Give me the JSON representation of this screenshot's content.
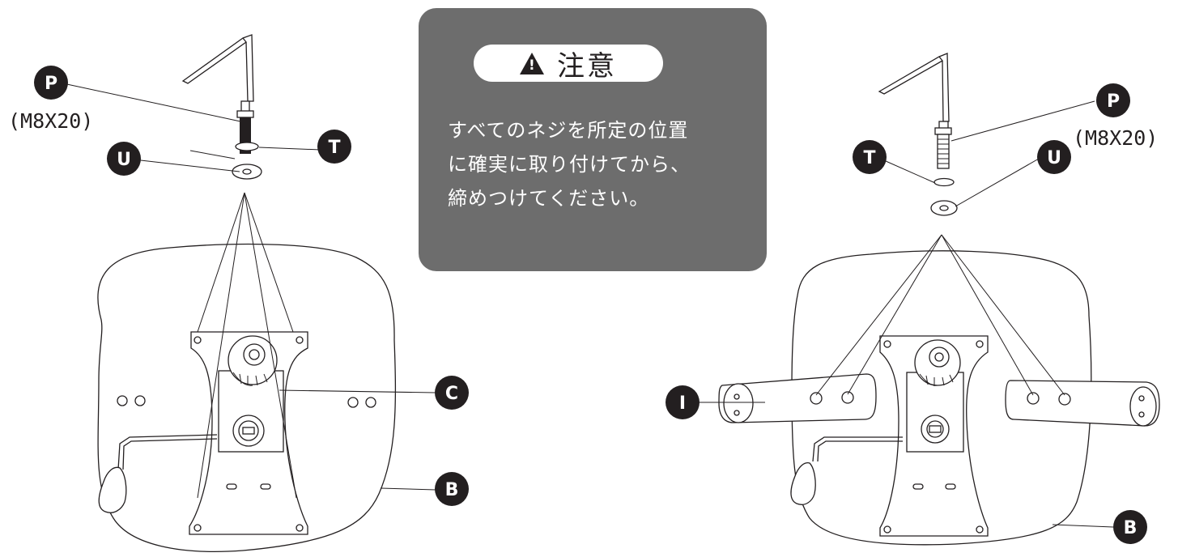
{
  "caution": {
    "icon": "warning-triangle-icon",
    "title": "注意",
    "lines": [
      "すべてのネジを所定の位置",
      "に確実に取り付けてから、",
      "締めつけてください。"
    ]
  },
  "left_view": {
    "callouts": {
      "P": "P",
      "T": "T",
      "U": "U",
      "C": "C",
      "B": "B"
    },
    "bolt_spec": "(M8X20)"
  },
  "right_view": {
    "callouts": {
      "P": "P",
      "T": "T",
      "U": "U",
      "I": "I",
      "B": "B"
    },
    "bolt_spec": "(M8X20)"
  },
  "colors": {
    "ink": "#231f20",
    "panel": "#6d6d6d",
    "background": "#ffffff"
  }
}
